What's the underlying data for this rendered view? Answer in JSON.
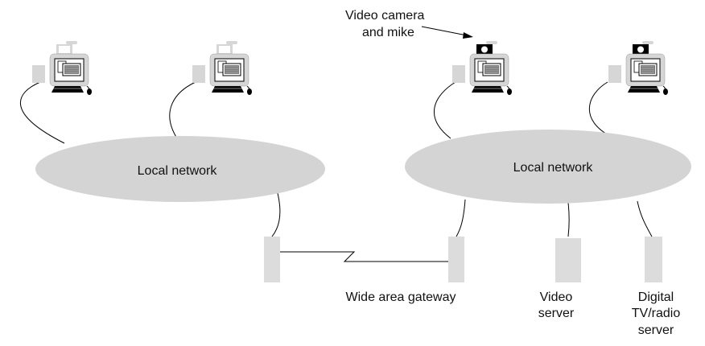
{
  "labels": {
    "camera_line1": "Video camera",
    "camera_line2": "and mike",
    "local_network_left": "Local network",
    "local_network_right": "Local network",
    "gateway": "Wide area gateway",
    "video_server_line1": "Video",
    "video_server_line2": "server",
    "tv_server_line1": "Digital",
    "tv_server_line2": "TV/radio",
    "tv_server_line3": "server"
  },
  "colors": {
    "ellipse_fill": "#d4d4d4",
    "box_fill": "#dcdcdc",
    "line": "#000000",
    "text": "#111111"
  },
  "icons": {
    "workstation": "workstation-icon",
    "camera": "video-camera-icon",
    "server": "server-box",
    "gateway": "gateway-box",
    "wan_link": "lightning-link"
  }
}
